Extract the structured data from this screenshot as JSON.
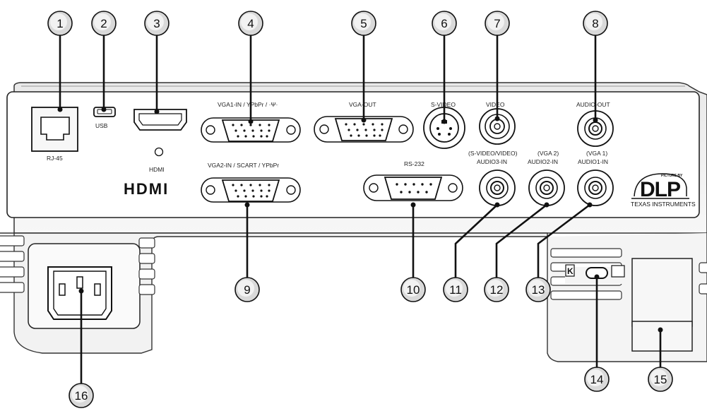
{
  "labels": {
    "rj45": "RJ-45",
    "usb": "USB",
    "hdmi": "HDMI",
    "hdmi_logo": "HDMI",
    "vga1_in": "VGA1-IN / YPbPr / ·Ψ·",
    "vga_out": "VGA-OUT",
    "s_video": "S-VIDEO",
    "video": "VIDEO",
    "audio_out": "AUDIO-OUT",
    "vga2_in": "VGA2-IN / SCART / YPbPr",
    "rs232": "RS-232",
    "audio3_line1": "(S-VIDEO/VIDEO)",
    "audio3_line2": "AUDIO3-IN",
    "audio2_line1": "(VGA 2)",
    "audio2_line2": "AUDIO2-IN",
    "audio1_line1": "(VGA 1)",
    "audio1_line2": "AUDIO1-IN",
    "dlp_picture_by": "PICTURE BY",
    "dlp_logo": "DLP",
    "texas_instruments": "TEXAS INSTRUMENTS"
  },
  "callouts": [
    "1",
    "2",
    "3",
    "4",
    "5",
    "6",
    "7",
    "8",
    "9",
    "10",
    "11",
    "12",
    "13",
    "14",
    "15",
    "16"
  ]
}
